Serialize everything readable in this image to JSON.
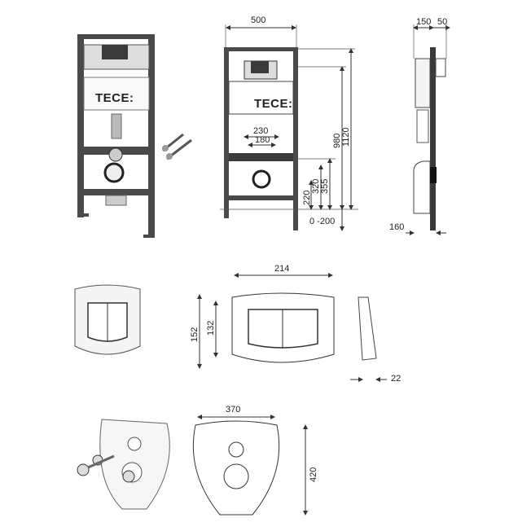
{
  "brand": {
    "logo_text_photo": "TECE:",
    "logo_text_drawing": "TECE:"
  },
  "front_view": {
    "width": "500",
    "height_total": "1120",
    "height_flush": "980",
    "pipe_outer": "230",
    "pipe_inner": "180",
    "height_355": "355",
    "height_320": "320",
    "height_220": "220",
    "adjust_range": "0 -200"
  },
  "side_view": {
    "depth_frame": "150",
    "depth_front": "50",
    "bottom_offset": "160"
  },
  "flush_plate": {
    "width": "214",
    "height_outer": "152",
    "height_inner": "132",
    "thickness": "22"
  },
  "sound_mat": {
    "width": "370",
    "height": "420"
  }
}
